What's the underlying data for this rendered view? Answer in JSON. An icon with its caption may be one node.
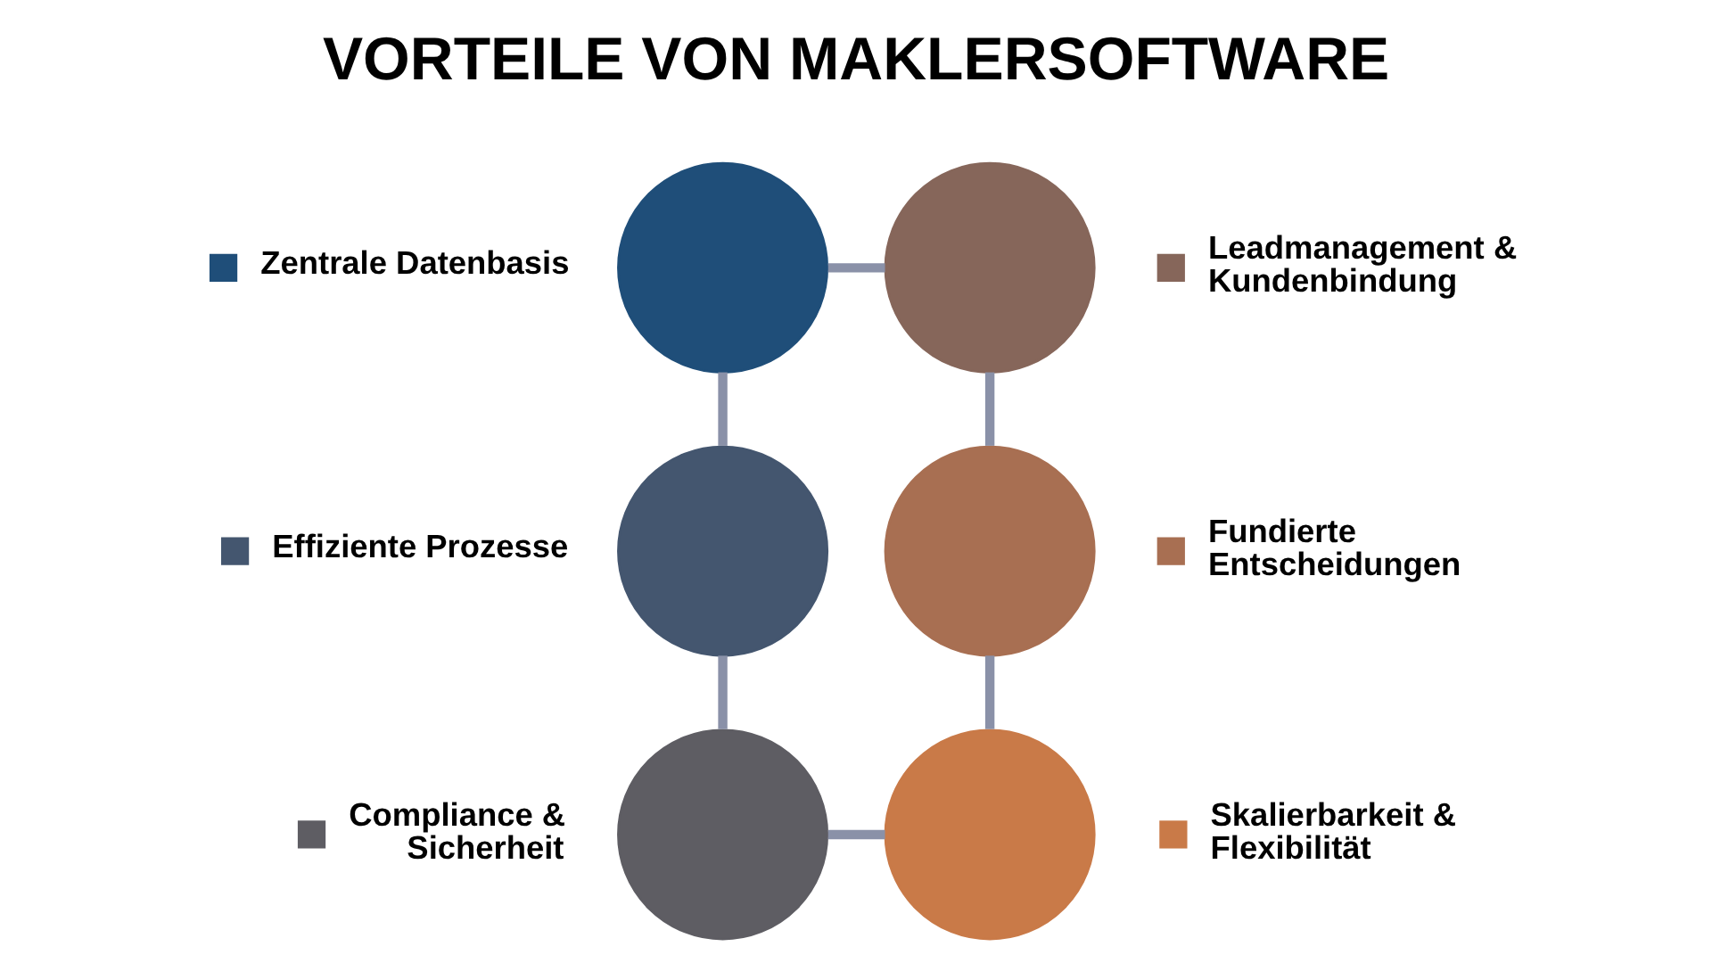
{
  "diagram": {
    "title": "VORTEILE VON MAKLERSOFTWARE",
    "nodes": [
      {
        "text": [],
        "shape": "circle"
      },
      {
        "text": [],
        "shape": "circle"
      },
      {
        "text": [],
        "shape": "circle"
      },
      {
        "text": [],
        "shape": "circle"
      },
      {
        "text": [],
        "shape": "circle"
      },
      {
        "text": [],
        "shape": "circle"
      }
    ],
    "edges": [
      {
        "from": 0,
        "to": 1,
        "arrow": "none"
      },
      {
        "from": 1,
        "to": 2,
        "arrow": "none"
      },
      {
        "from": 2,
        "to": 3,
        "arrow": "none"
      },
      {
        "from": 3,
        "to": 4,
        "arrow": "none"
      },
      {
        "from": 4,
        "to": 5,
        "arrow": "none"
      },
      {
        "from": 5,
        "to": 0,
        "arrow": "none"
      }
    ],
    "legend": [
      {
        "text": "Zentrale Datenbasis",
        "color": "#1f4e79"
      },
      {
        "text": "Leadmanagement & Kundenbindung",
        "color": "#86665a"
      },
      {
        "text": "Effiziente Prozesse",
        "color": "#44566f"
      },
      {
        "text": "Fundierte Entscheidungen",
        "color": "#a86f52"
      },
      {
        "text": "Compliance & Sicherheit",
        "color": "#5e5d63"
      },
      {
        "text": "Skalierbarkeit & Flexibilität",
        "color": "#c97a48"
      }
    ]
  }
}
